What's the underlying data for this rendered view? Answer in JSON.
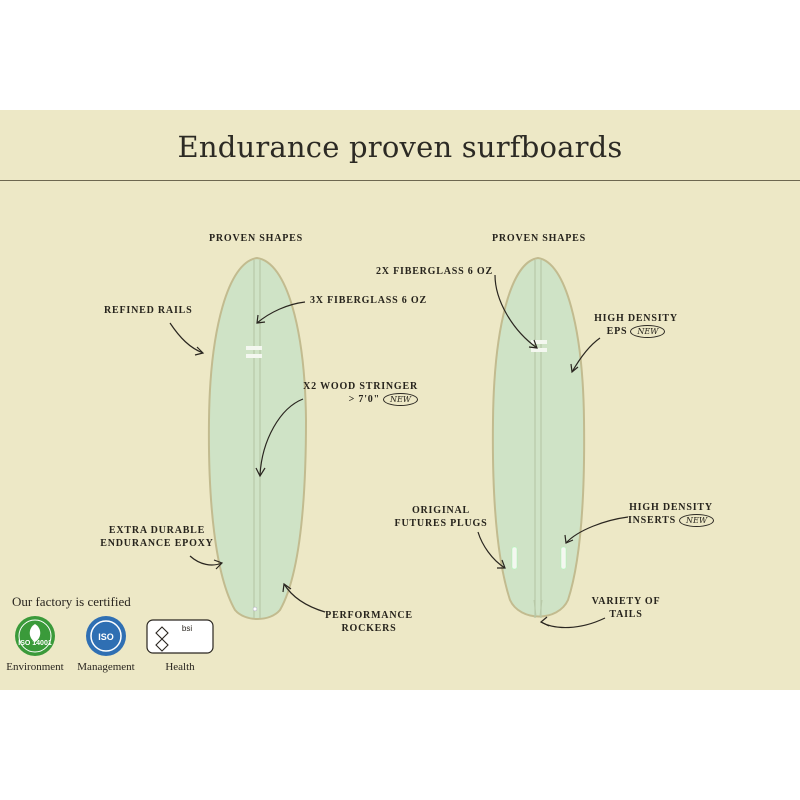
{
  "title": "Endurance proven surfboards",
  "left_board": {
    "heading": "PROVEN SHAPES",
    "labels": {
      "refined_rails": "REFINED RAILS",
      "fiberglass": "3X FIBERGLASS 6 OZ",
      "stringer_line1": "X2 WOOD STRINGER",
      "stringer_line2": "> 7'0\"",
      "stringer_new": "NEW",
      "epoxy_line1": "EXTRA DURABLE",
      "epoxy_line2": "ENDURANCE EPOXY",
      "rockers_line1": "PERFORMANCE",
      "rockers_line2": "ROCKERS"
    }
  },
  "right_board": {
    "heading": "PROVEN SHAPES",
    "labels": {
      "fiberglass": "2X FIBERGLASS 6 OZ",
      "eps_line1": "HIGH DENSITY",
      "eps_line2": "EPS",
      "eps_new": "NEW",
      "plugs_line1": "ORIGINAL",
      "plugs_line2": "FUTURES PLUGS",
      "inserts_line1": "HIGH DENSITY",
      "inserts_line2": "INSERTS",
      "inserts_new": "NEW",
      "tails_line1": "VARIETY OF",
      "tails_line2": "TAILS"
    }
  },
  "certifications": {
    "heading": "Our factory is certified",
    "items": [
      {
        "caption": "Environment",
        "badge_text": "ISO 14001"
      },
      {
        "caption": "Management",
        "badge_text": "ISO"
      },
      {
        "caption": "Health",
        "badge_text": "bsi"
      }
    ]
  },
  "colors": {
    "panel": "#ede8c6",
    "board": "#cfe3c6",
    "board_edge": "#c9c19a",
    "iso14001_green": "#3a9a3a",
    "iso_blue": "#2f6fb3"
  }
}
